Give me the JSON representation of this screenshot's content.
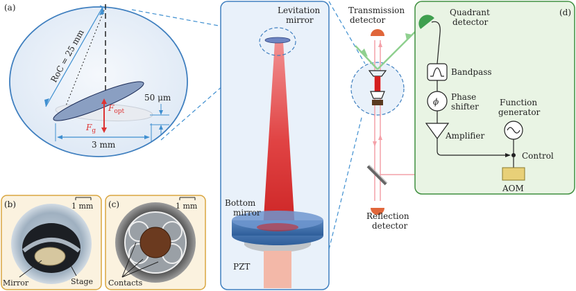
{
  "panel_a": {
    "label": "(a)",
    "roc": "RoC = 25 mm",
    "thickness": "50 μm",
    "f_opt_base": "F",
    "f_opt_sub": "opt",
    "f_g_base": "F",
    "f_g_sub": "g",
    "width": "3 mm"
  },
  "panel_b": {
    "label": "(b)",
    "scale": "1 mm",
    "mirror": "Mirror",
    "stage": "Stage"
  },
  "panel_c": {
    "label": "(c)",
    "scale": "1 mm",
    "contacts": "Contacts"
  },
  "panel_center": {
    "levitation_line1": "Levitation",
    "levitation_line2": "mirror",
    "bottom_line1": "Bottom",
    "bottom_line2": "mirror",
    "pzt": "PZT"
  },
  "panel_optics": {
    "transmission_line1": "Transmission",
    "transmission_line2": "detector",
    "reflection_line1": "Reflection",
    "reflection_line2": "detector"
  },
  "panel_d": {
    "label": "(d)",
    "quadrant_line1": "Quadrant",
    "quadrant_line2": "detector",
    "bandpass": "Bandpass",
    "phase_symbol": "ϕ",
    "phase_line1": "Phase",
    "phase_line2": "shifter",
    "amplifier": "Amplifier",
    "function_line1": "Function",
    "function_line2": "generator",
    "control": "Control",
    "aom": "AOM"
  },
  "colors": {
    "panel_border_blue": "#3f7fbf",
    "panel_fill_blue": "#e9f1fa",
    "panel_border_orange": "#d9a53f",
    "panel_fill_orange": "#fbf2df",
    "panel_border_green": "#3f8f3f",
    "panel_fill_green": "#e9f4e4",
    "laser_red": "#d41f1f",
    "beam_pink": "#f4a0a8",
    "beam_green": "#8fd08f",
    "detector_orange": "#e0663a"
  }
}
